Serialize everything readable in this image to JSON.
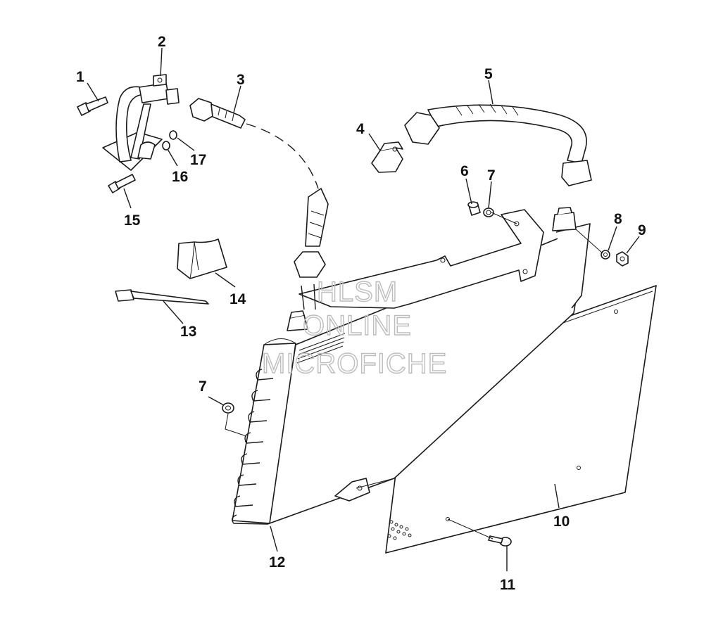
{
  "callouts": [
    {
      "id": "1",
      "label": "1"
    },
    {
      "id": "2",
      "label": "2"
    },
    {
      "id": "3",
      "label": "3"
    },
    {
      "id": "4",
      "label": "4"
    },
    {
      "id": "5",
      "label": "5"
    },
    {
      "id": "6",
      "label": "6"
    },
    {
      "id": "7a",
      "label": "7"
    },
    {
      "id": "7b",
      "label": "7"
    },
    {
      "id": "8",
      "label": "8"
    },
    {
      "id": "9",
      "label": "9"
    },
    {
      "id": "10",
      "label": "10"
    },
    {
      "id": "11",
      "label": "11"
    },
    {
      "id": "12",
      "label": "12"
    },
    {
      "id": "13",
      "label": "13"
    },
    {
      "id": "14",
      "label": "14"
    },
    {
      "id": "15",
      "label": "15"
    },
    {
      "id": "16",
      "label": "16"
    },
    {
      "id": "17",
      "label": "17"
    }
  ],
  "watermark": {
    "line1": "HLSM",
    "line2": "ONLINE",
    "line3": "MICROFICHE",
    "color": "#bdbdbd"
  }
}
